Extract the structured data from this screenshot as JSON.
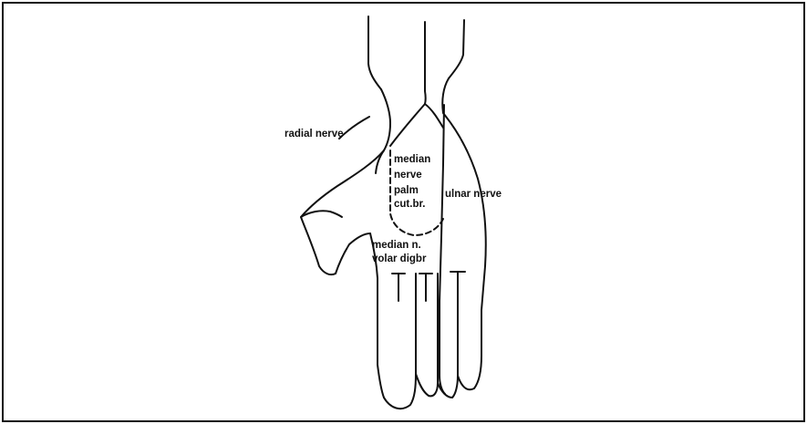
{
  "labels": {
    "radial_nerve": "radial nerve",
    "median_palm": [
      "median",
      "nerve",
      "palm",
      "cut.br."
    ],
    "median_volar": [
      "median n.",
      "volar digbr"
    ],
    "ulnar_nerve": "ulnar nerve"
  }
}
